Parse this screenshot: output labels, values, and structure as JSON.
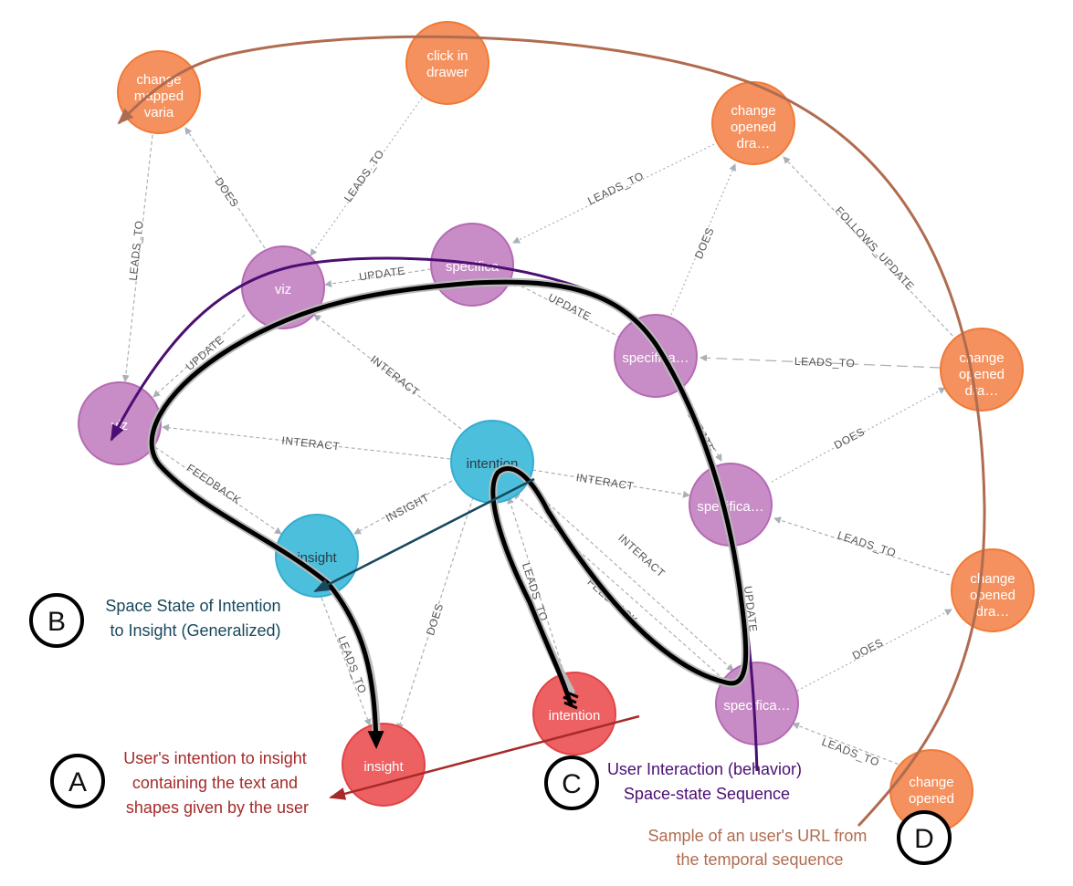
{
  "colors": {
    "orange_fill": "#f5915e",
    "orange_stroke": "#f07a36",
    "purple_fill": "#c88dc6",
    "purple_stroke": "#b56ab3",
    "cyan_fill": "#4cbfdc",
    "cyan_stroke": "#35acd0",
    "red_fill": "#ee6163",
    "red_stroke": "#de4446",
    "edge_gray": "#aab1b6",
    "brown_arrow": "#b06c50",
    "purple_arrow": "#4b0f73",
    "teal_arrow": "#18485c",
    "red_arrow": "#a62a2a",
    "black_path": "#000000"
  },
  "nodes": {
    "change_mapped": {
      "lines": [
        "change",
        "mapped",
        "varia"
      ]
    },
    "click_drawer": {
      "lines": [
        "click in",
        "drawer"
      ]
    },
    "change_opened_top": {
      "lines": [
        "change",
        "opened",
        "dra…"
      ]
    },
    "viz_top": {
      "lines": [
        "viz"
      ]
    },
    "specifica_top": {
      "lines": [
        "specifica"
      ]
    },
    "specifica_mid": {
      "lines": [
        "specifica…"
      ]
    },
    "change_opened_right": {
      "lines": [
        "change",
        "opened",
        "dra…"
      ]
    },
    "viz_left": {
      "lines": [
        "viz"
      ]
    },
    "intention_center": {
      "lines": [
        "intention"
      ]
    },
    "specifica_right": {
      "lines": [
        "specifica…"
      ]
    },
    "insight_cyan": {
      "lines": [
        "insight"
      ]
    },
    "change_opened_lower": {
      "lines": [
        "change",
        "opened",
        "dra…"
      ]
    },
    "intention_red": {
      "lines": [
        "intention"
      ]
    },
    "specifica_bottom": {
      "lines": [
        "specifica…"
      ]
    },
    "insight_red": {
      "lines": [
        "insight"
      ]
    },
    "change_opened_bottom": {
      "lines": [
        "change",
        "opened"
      ]
    }
  },
  "edge_labels": {
    "does_1": "DOES",
    "leads_to_1": "LEADS_TO",
    "leads_to_2": "LEADS_TO",
    "leads_to_3": "LEADS_TO",
    "does_2": "DOES",
    "follows_update": "FOLLOWS_UPDATE",
    "update_1": "UPDATE",
    "update_2": "UPDATE",
    "update_3": "UPDATE",
    "interact_1": "INTERACT",
    "leads_to_4": "LEADS_TO",
    "interact_2": "INTERACT",
    "interact_3": "INTERACT",
    "update_4": "UPDATE",
    "does_3": "DOES",
    "feedback_1": "FEEDBACK",
    "insight_edge": "INSIGHT",
    "update_5": "UPDATE",
    "leads_to_5": "LEADS_TO",
    "interact_4": "INTERACT",
    "leads_to_6": "LEADS_TO",
    "feedback_2": "FEEDBACK",
    "does_4": "DOES",
    "leads_to_7": "LEADS_TO",
    "does_5": "DOES",
    "leads_to_8": "LEADS_TO"
  },
  "callouts": {
    "a": {
      "letter": "A",
      "lines": [
        "User's intention to insight",
        "containing the text and",
        "shapes given by the user"
      ]
    },
    "b": {
      "letter": "B",
      "lines": [
        "Space State of Intention",
        "to Insight (Generalized)"
      ]
    },
    "c": {
      "letter": "C",
      "lines": [
        "User Interaction (behavior)",
        "Space-state Sequence"
      ]
    },
    "d": {
      "letter": "D",
      "lines": [
        "Sample of an user's URL from",
        "the temporal sequence"
      ]
    }
  }
}
